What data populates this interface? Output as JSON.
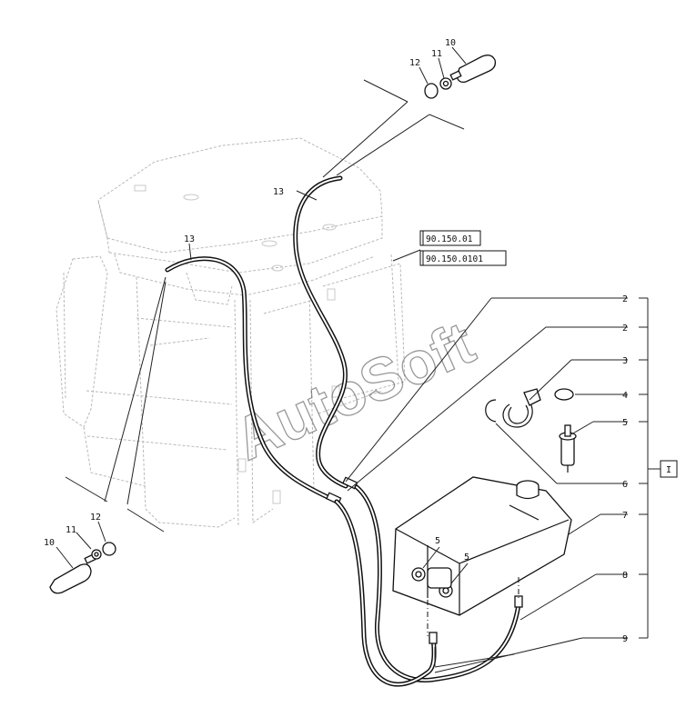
{
  "watermark": "AutoSoft",
  "references": [
    "90.150.01",
    "90.150.0101"
  ],
  "group_label": "I",
  "callouts": {
    "c10_top": "10",
    "c11_top": "11",
    "c12_top": "12",
    "c13_top": "13",
    "c13_left": "13",
    "c2_a": "2",
    "c2_b": "2",
    "c3": "3",
    "c4": "4",
    "c5_right": "5",
    "c6": "6",
    "c7": "7",
    "c8": "8",
    "c9": "9",
    "c5_tank_a": "5",
    "c5_tank_b": "5",
    "c10_bottom": "10",
    "c11_bottom": "11",
    "c12_bottom": "12"
  }
}
